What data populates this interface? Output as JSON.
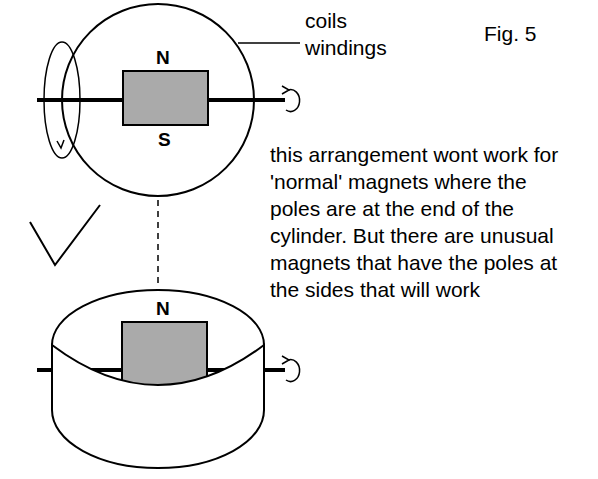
{
  "diagram": {
    "labels": [
      "N",
      "coils windings",
      "Fig. 5",
      "S",
      "this arrangement wont work for 'normal' magnets where the poles are at the end of the cylinder. But there are unusual magnets that have the poles at the sides that will work",
      "N"
    ]
  }
}
